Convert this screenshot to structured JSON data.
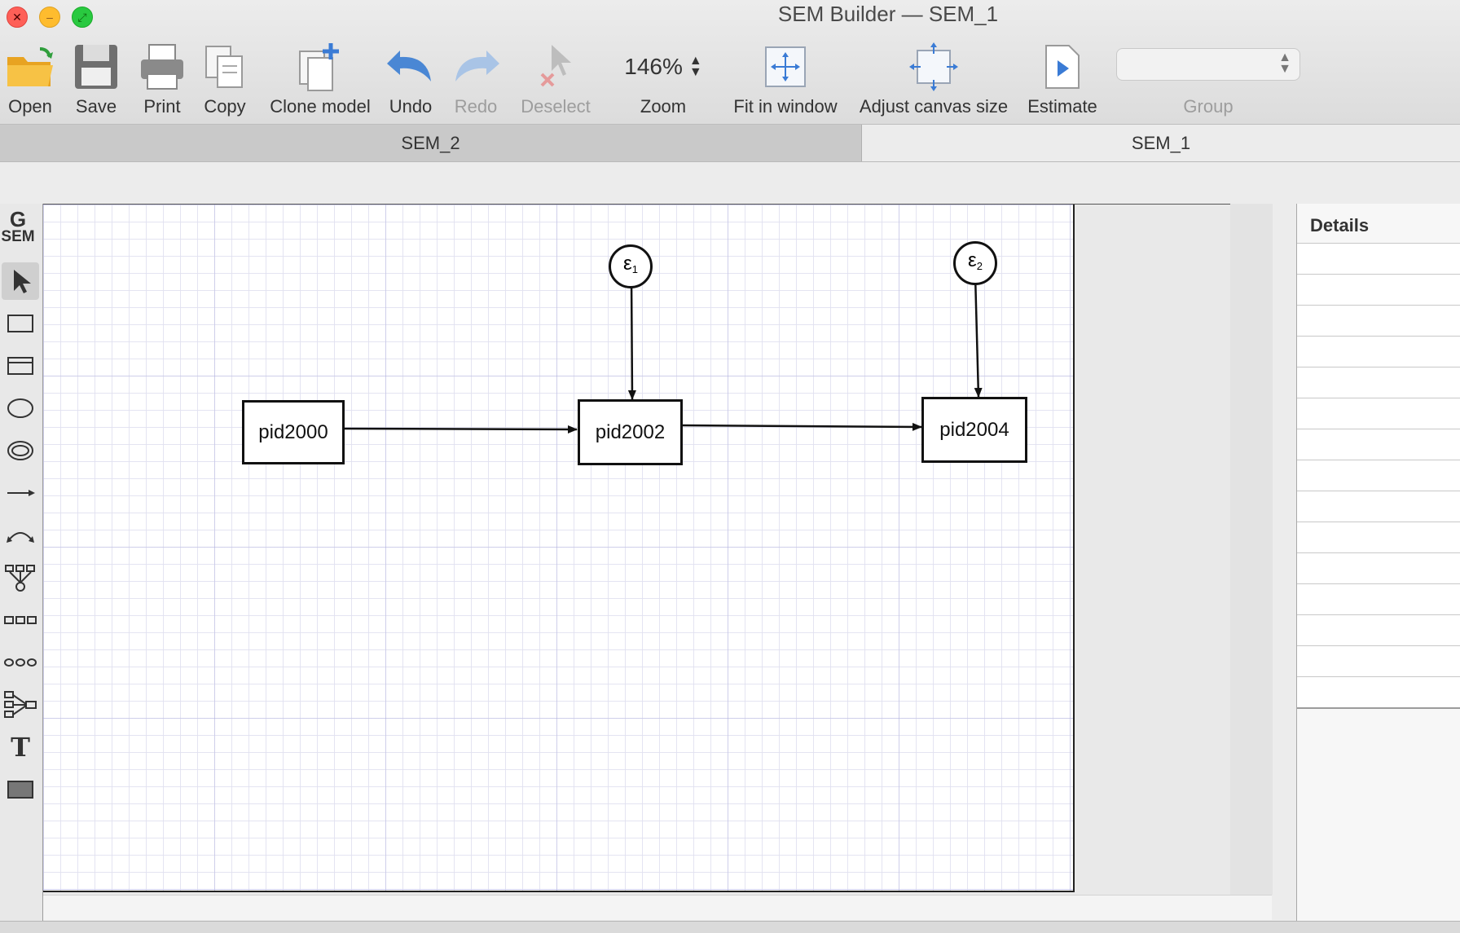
{
  "window": {
    "title": "SEM Builder — SEM_1",
    "controls": {
      "close": "close",
      "minimize": "minimize",
      "zoom": "zoom"
    }
  },
  "toolbar": {
    "open": "Open",
    "save": "Save",
    "print": "Print",
    "copy": "Copy",
    "clone_model": "Clone model",
    "undo": "Undo",
    "redo": "Redo",
    "deselect": "Deselect",
    "zoom_value": "146%",
    "zoom_label": "Zoom",
    "fit_in_window": "Fit in window",
    "adjust_canvas_size": "Adjust canvas size",
    "estimate": "Estimate",
    "group_label": "Group",
    "group_value": ""
  },
  "tabs": [
    {
      "label": "SEM_2",
      "active": true
    },
    {
      "label": "SEM_1",
      "active": false
    }
  ],
  "palette": {
    "logo_top": "G",
    "logo_bottom": "SEM",
    "tools": [
      "select-tool",
      "observed-variable-tool",
      "generalized-observed-tool",
      "latent-variable-tool",
      "multilevel-latent-tool",
      "path-tool",
      "covariance-tool",
      "measurement-component-tool",
      "observed-set-tool",
      "latent-set-tool",
      "regression-component-tool",
      "text-tool",
      "area-tool"
    ]
  },
  "diagram": {
    "nodes": {
      "n1": "pid2000",
      "n2": "pid2002",
      "n3": "pid2004"
    },
    "errors": [
      {
        "symbol": "ε",
        "index": "1"
      },
      {
        "symbol": "ε",
        "index": "2"
      }
    ]
  },
  "details": {
    "title": "Details",
    "rows": [
      "",
      "",
      "",
      "",
      "",
      "",
      "",
      "",
      "",
      "",
      "",
      "",
      "",
      "",
      ""
    ]
  },
  "colors": {
    "accent": "#3a7bd5",
    "toolbar_bg": "#ececec",
    "canvas_bg": "#ffffff"
  }
}
